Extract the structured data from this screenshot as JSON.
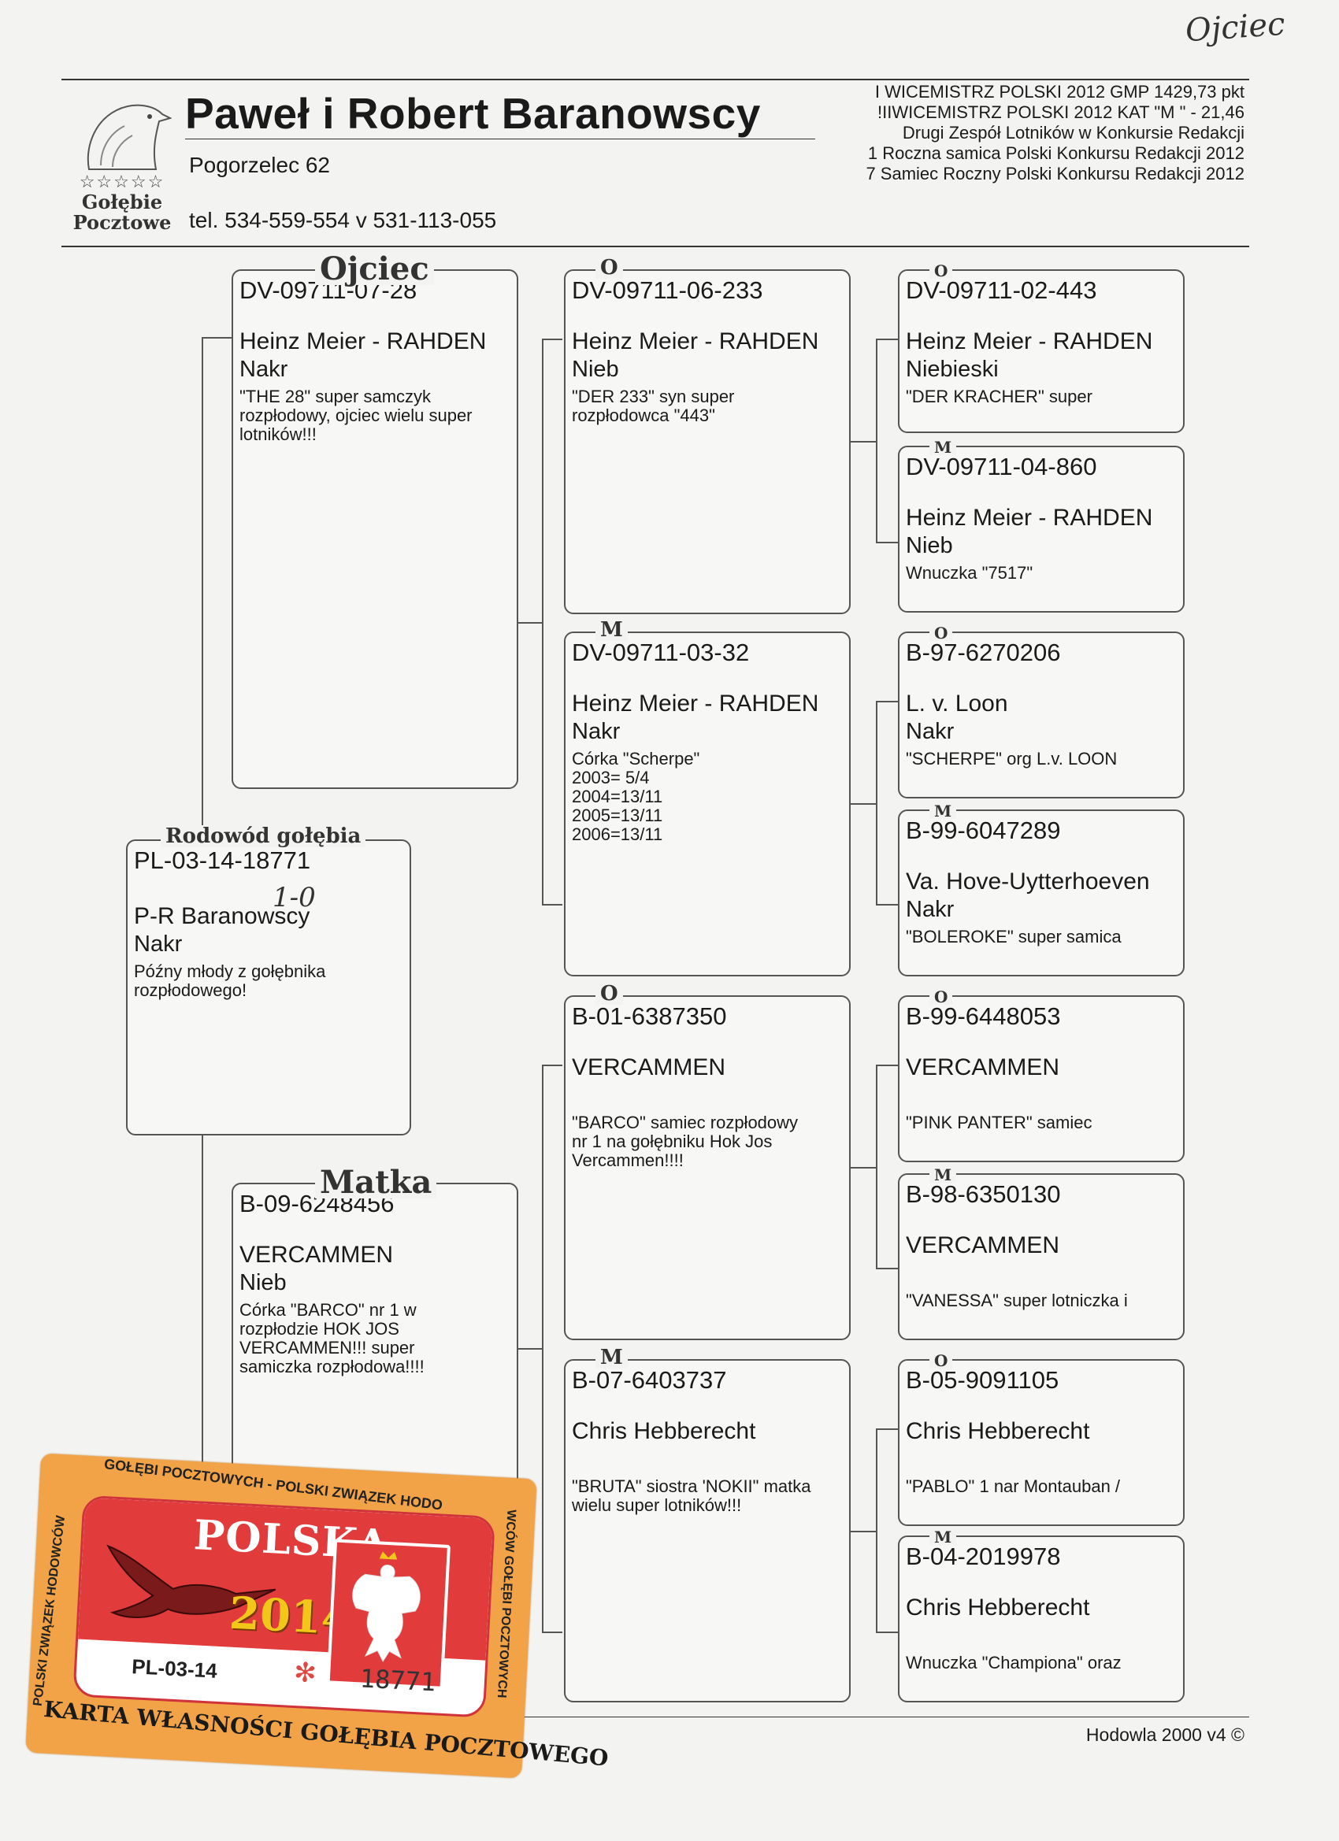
{
  "corner_handwriting": "Ojciec",
  "logo": {
    "stars": "☆☆☆☆☆",
    "line1": "Gołębie",
    "line2": "Pocztowe"
  },
  "header": {
    "name": "Paweł i Robert Baranowscy",
    "address": "Pogorzelec 62",
    "phone": "tel. 534-559-554 v 531-113-055",
    "titles": [
      "I WICEMISTRZ POLSKI 2012 GMP 1429,73 pkt",
      "!IIWICEMISTRZ POLSKI 2012 KAT \"M \" - 21,46",
      "Drugi Zespół Lotników w Konkursie Redakcji",
      "1 Roczna samica Polski Konkursu Redakcji 2012",
      "7 Samiec Roczny Polski Konkursu Redakcji 2012"
    ]
  },
  "subject": {
    "label": "Rodowód gołębia",
    "ring": "PL-03-14-18771",
    "handnote": "1-0",
    "breeder": "P-R Baranowscy",
    "color": "Nakr",
    "note": "Późny młody z gołębnika\nrozpłodowego!"
  },
  "sire": {
    "label": "Ojciec",
    "ring": "DV-09711-07-28",
    "breeder": "Heinz Meier - RAHDEN",
    "color": "Nakr",
    "note": "\"THE 28\" super samczyk\nrozpłodowy, ojciec wielu super\nlotników!!!"
  },
  "dam": {
    "label": "Matka",
    "ring": "B-09-6248456",
    "breeder": "VERCAMMEN",
    "color": "Nieb",
    "note": "Córka \"BARCO\" nr 1 w\nrozpłodzie HOK JOS\nVERCAMMEN!!! super\nsamiczka rozpłodowa!!!!"
  },
  "gen2": [
    {
      "label": "O",
      "ring": "DV-09711-06-233",
      "breeder": "Heinz Meier - RAHDEN",
      "color": "Nieb",
      "note": "\"DER 233\" syn super\nrozpłodowca \"443\""
    },
    {
      "label": "M",
      "ring": "DV-09711-03-32",
      "breeder": "Heinz Meier - RAHDEN",
      "color": "Nakr",
      "note": "Córka \"Scherpe\"\n2003= 5/4\n2004=13/11\n2005=13/11\n2006=13/11"
    },
    {
      "label": "O",
      "ring": "B-01-6387350",
      "breeder": "VERCAMMEN",
      "color": "",
      "note": "\"BARCO\" samiec rozpłodowy\nnr 1 na gołębniku Hok Jos\nVercammen!!!!"
    },
    {
      "label": "M",
      "ring": "B-07-6403737",
      "breeder": "Chris Hebberecht",
      "color": "",
      "note": "\"BRUTA\" siostra 'NOKII\" matka\nwielu super lotników!!!"
    }
  ],
  "gen3": [
    {
      "label": "O",
      "ring": "DV-09711-02-443",
      "breeder": "Heinz Meier - RAHDEN",
      "color": "Niebieski",
      "note": "\"DER KRACHER\" super"
    },
    {
      "label": "M",
      "ring": "DV-09711-04-860",
      "breeder": "Heinz Meier - RAHDEN",
      "color": "Nieb",
      "note": "Wnuczka \"7517\""
    },
    {
      "label": "O",
      "ring": "B-97-6270206",
      "breeder": "L. v. Loon",
      "color": "Nakr",
      "note": "\"SCHERPE\" org L.v. LOON"
    },
    {
      "label": "M",
      "ring": "B-99-6047289",
      "breeder": "Va. Hove-Uytterhoeven",
      "color": "Nakr",
      "note": "\"BOLEROKE\" super samica"
    },
    {
      "label": "O",
      "ring": "B-99-6448053",
      "breeder": "VERCAMMEN",
      "color": "",
      "note": "\"PINK PANTER\" samiec"
    },
    {
      "label": "M",
      "ring": "B-98-6350130",
      "breeder": "VERCAMMEN",
      "color": "",
      "note": "\"VANESSA\" super lotniczka i"
    },
    {
      "label": "O",
      "ring": "B-05-9091105",
      "breeder": "Chris Hebberecht",
      "color": "",
      "note": "\"PABLO\" 1 nar Montauban /"
    },
    {
      "label": "M",
      "ring": "B-04-2019978",
      "breeder": "Chris Hebberecht",
      "color": "",
      "note": "Wnuczka \"Championa\" oraz"
    }
  ],
  "footer": "Hodowla 2000 v4 ©",
  "stamp": {
    "arc_top": "GOŁĘBI POCZTOWYCH - POLSKI ZWIĄZEK HODO",
    "left_side": "POLSKI ZWIĄZEK HODOWCÓW",
    "right_side": "WCÓW GOŁĘBI POCZTOWYCH",
    "country": "POLSKA",
    "year": "2014",
    "ring": "PL-03-14",
    "number": "18771",
    "bottom": "KARTA WŁASNOŚCI GOŁĘBIA POCZTOWEGO",
    "colors": {
      "orange": "#f2a347",
      "red": "#e23b3c",
      "gold": "#f3c61a"
    }
  }
}
